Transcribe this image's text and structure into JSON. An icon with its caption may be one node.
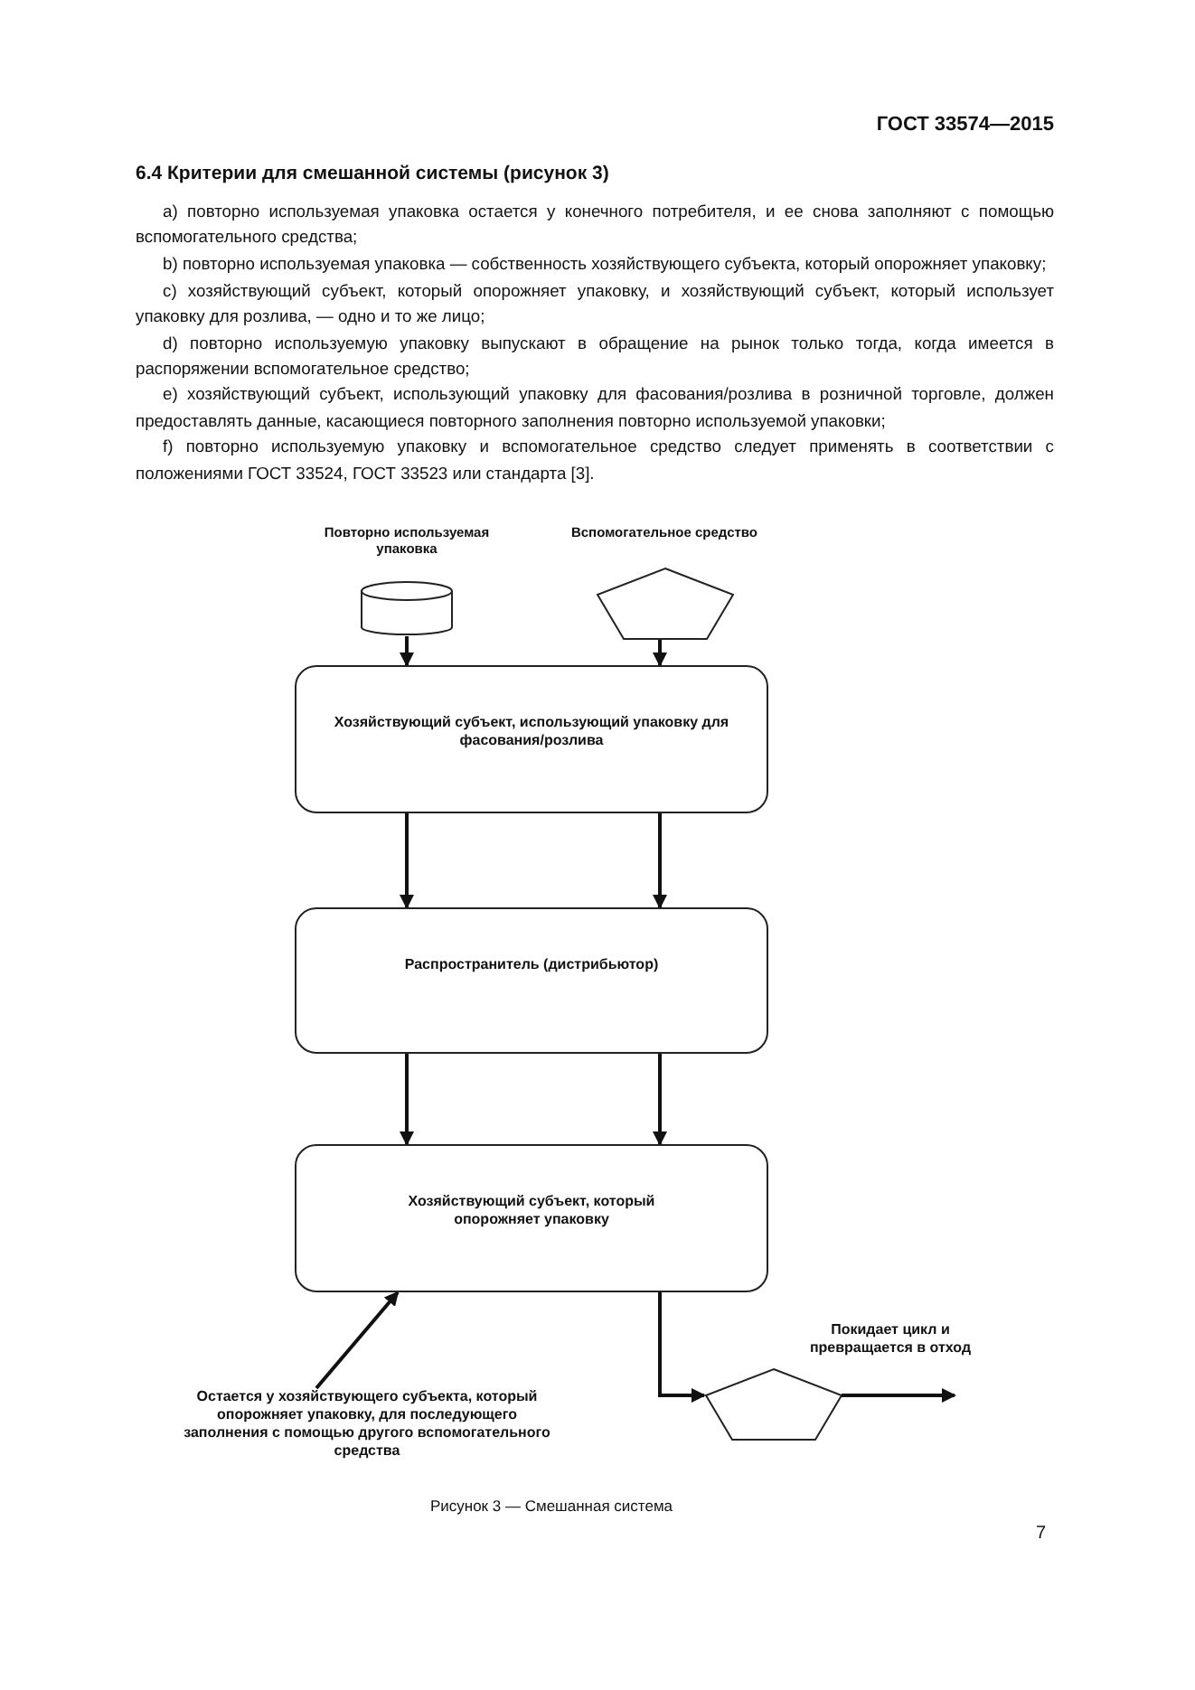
{
  "diagram": {
    "title": "6.4 Критерии для смешанной системы (рисунок 3)",
    "caption": "Рисунок 3 — Смешанная система",
    "nodes": [
      {
        "text": [
          "Повторно используемая упаковка"
        ]
      },
      {
        "text": [
          "Вспомогательное средство"
        ]
      },
      {
        "text": [
          "Хозяйствующий субъект, использующий упаковку для фасования/розлива"
        ]
      },
      {
        "text": [
          "Распространитель (дистрибьютор)"
        ]
      },
      {
        "text": [
          "Хозяйствующий субъект, который опорожняет упаковку"
        ]
      },
      {
        "text": [
          "Остается у хозяйствующего субъекта, который опорожняет упаковку, для последующего заполнения с помощью другого вспомогательного средства"
        ]
      },
      {
        "text": [],
        "shape": "pentagon"
      }
    ],
    "edges": [
      {
        "from": 0,
        "to": 2,
        "arrow": "to"
      },
      {
        "from": 1,
        "to": 2,
        "arrow": "to"
      },
      {
        "from": 2,
        "to": 3,
        "arrow": "to"
      },
      {
        "from": 2,
        "to": 3,
        "arrow": "to"
      },
      {
        "from": 3,
        "to": 4,
        "arrow": "to"
      },
      {
        "from": 3,
        "to": 4,
        "arrow": "to"
      },
      {
        "from": 4,
        "to": 6,
        "arrow": "to"
      },
      {
        "from": 6,
        "to": null,
        "arrow": "to",
        "label": "Покидает цикл и превращается в отход"
      },
      {
        "from": 5,
        "to": 4,
        "arrow": "to"
      }
    ],
    "labels": [
      "ГОСТ 33574—2015",
      "а) повторно используемая упаковка остается у конечного потребителя, и ее снова заполняют с помощью вспомогательного средства;",
      "b) повторно используемая упаковка — собственность хозяйствующего субъекта, который опорожняет упаковку;",
      "с) хозяйствующий субъект, который опорожняет упаковку, и хозяйствующий субъект, который использует упаковку для розлива, — одно и то же лицо;",
      "d) повторно используемую упаковку выпускают в обращение на рынок только тогда, когда имеется в распоряжении вспомогательное средство;",
      "е) хозяйствующий субъект, использующий упаковку для фасования/розлива в розничной торговле, должен предоставлять данные, касающиеся повторного заполнения повторно используемой упаковки;",
      "f) повторно используемую упаковку и вспомогательное средство следует применять в соответствии с положениями ГОСТ 33524, ГОСТ 33523 или стандарта [3].",
      "7"
    ]
  }
}
